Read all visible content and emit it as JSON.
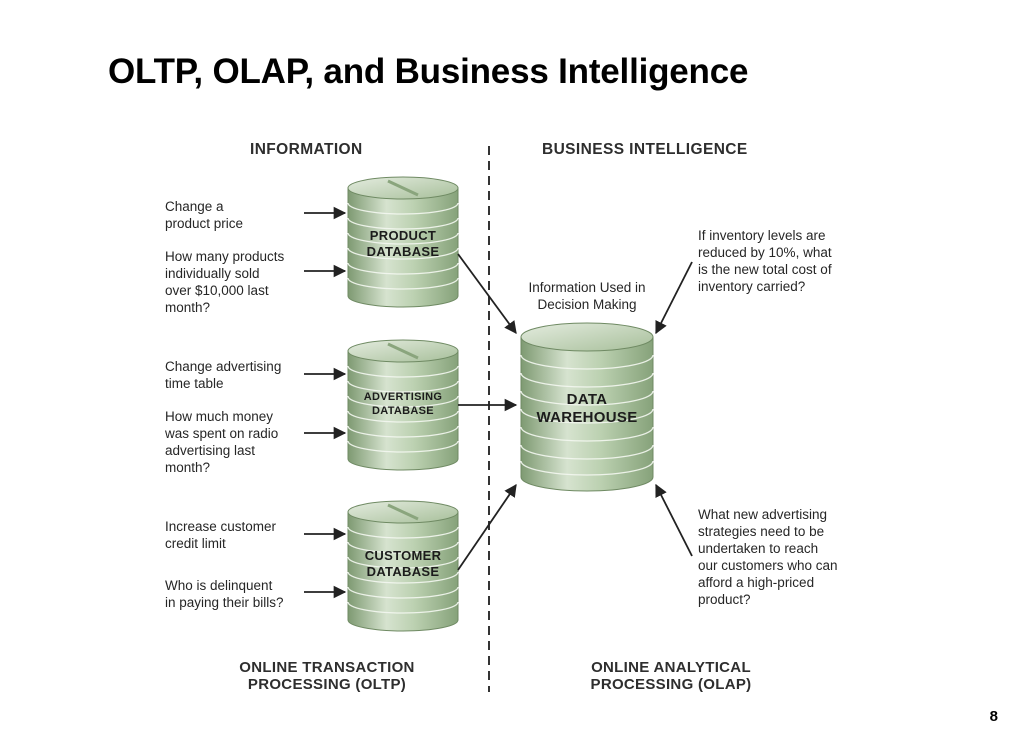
{
  "slide": {
    "title": "OLTP, OLAP, and Business Intelligence",
    "page_number": "8"
  },
  "diagram": {
    "left_header": "INFORMATION",
    "right_header": "BUSINESS INTELLIGENCE",
    "left_footer": [
      "ONLINE TRANSACTION",
      "PROCESSING (OLTP)"
    ],
    "right_footer": [
      "ONLINE ANALYTICAL",
      "PROCESSING (OLAP)"
    ],
    "databases": {
      "product": [
        "PRODUCT",
        "DATABASE"
      ],
      "advertising": [
        "ADVERTISING",
        "DATABASE"
      ],
      "customer": [
        "CUSTOMER",
        "DATABASE"
      ],
      "warehouse": [
        "DATA",
        "WAREHOUSE"
      ]
    },
    "questions": {
      "q1": [
        "Change a",
        "product price"
      ],
      "q2": [
        "How many products",
        "individually sold",
        "over $10,000 last",
        "month?"
      ],
      "q3": [
        "Change advertising",
        "time table"
      ],
      "q4": [
        "How much money",
        "was spent on radio",
        "advertising last",
        "month?"
      ],
      "q5": [
        "Increase customer",
        "credit limit"
      ],
      "q6": [
        "Who is delinquent",
        "in paying their bills?"
      ]
    },
    "bi": {
      "info_used": [
        "Information Used in",
        "Decision Making"
      ],
      "bi_q1": [
        "If inventory levels are",
        "reduced by 10%, what",
        "is the new total cost of",
        "inventory carried?"
      ],
      "bi_q2": [
        "What new advertising",
        "strategies need to be",
        "undertaken to reach",
        "our customers who can",
        "afford a high-priced",
        "product?"
      ]
    },
    "colors": {
      "cylinder_light": "#d6e3cf",
      "cylinder_mid": "#a9c29c",
      "cylinder_dark": "#7e9a72",
      "arrow": "#222222"
    }
  }
}
